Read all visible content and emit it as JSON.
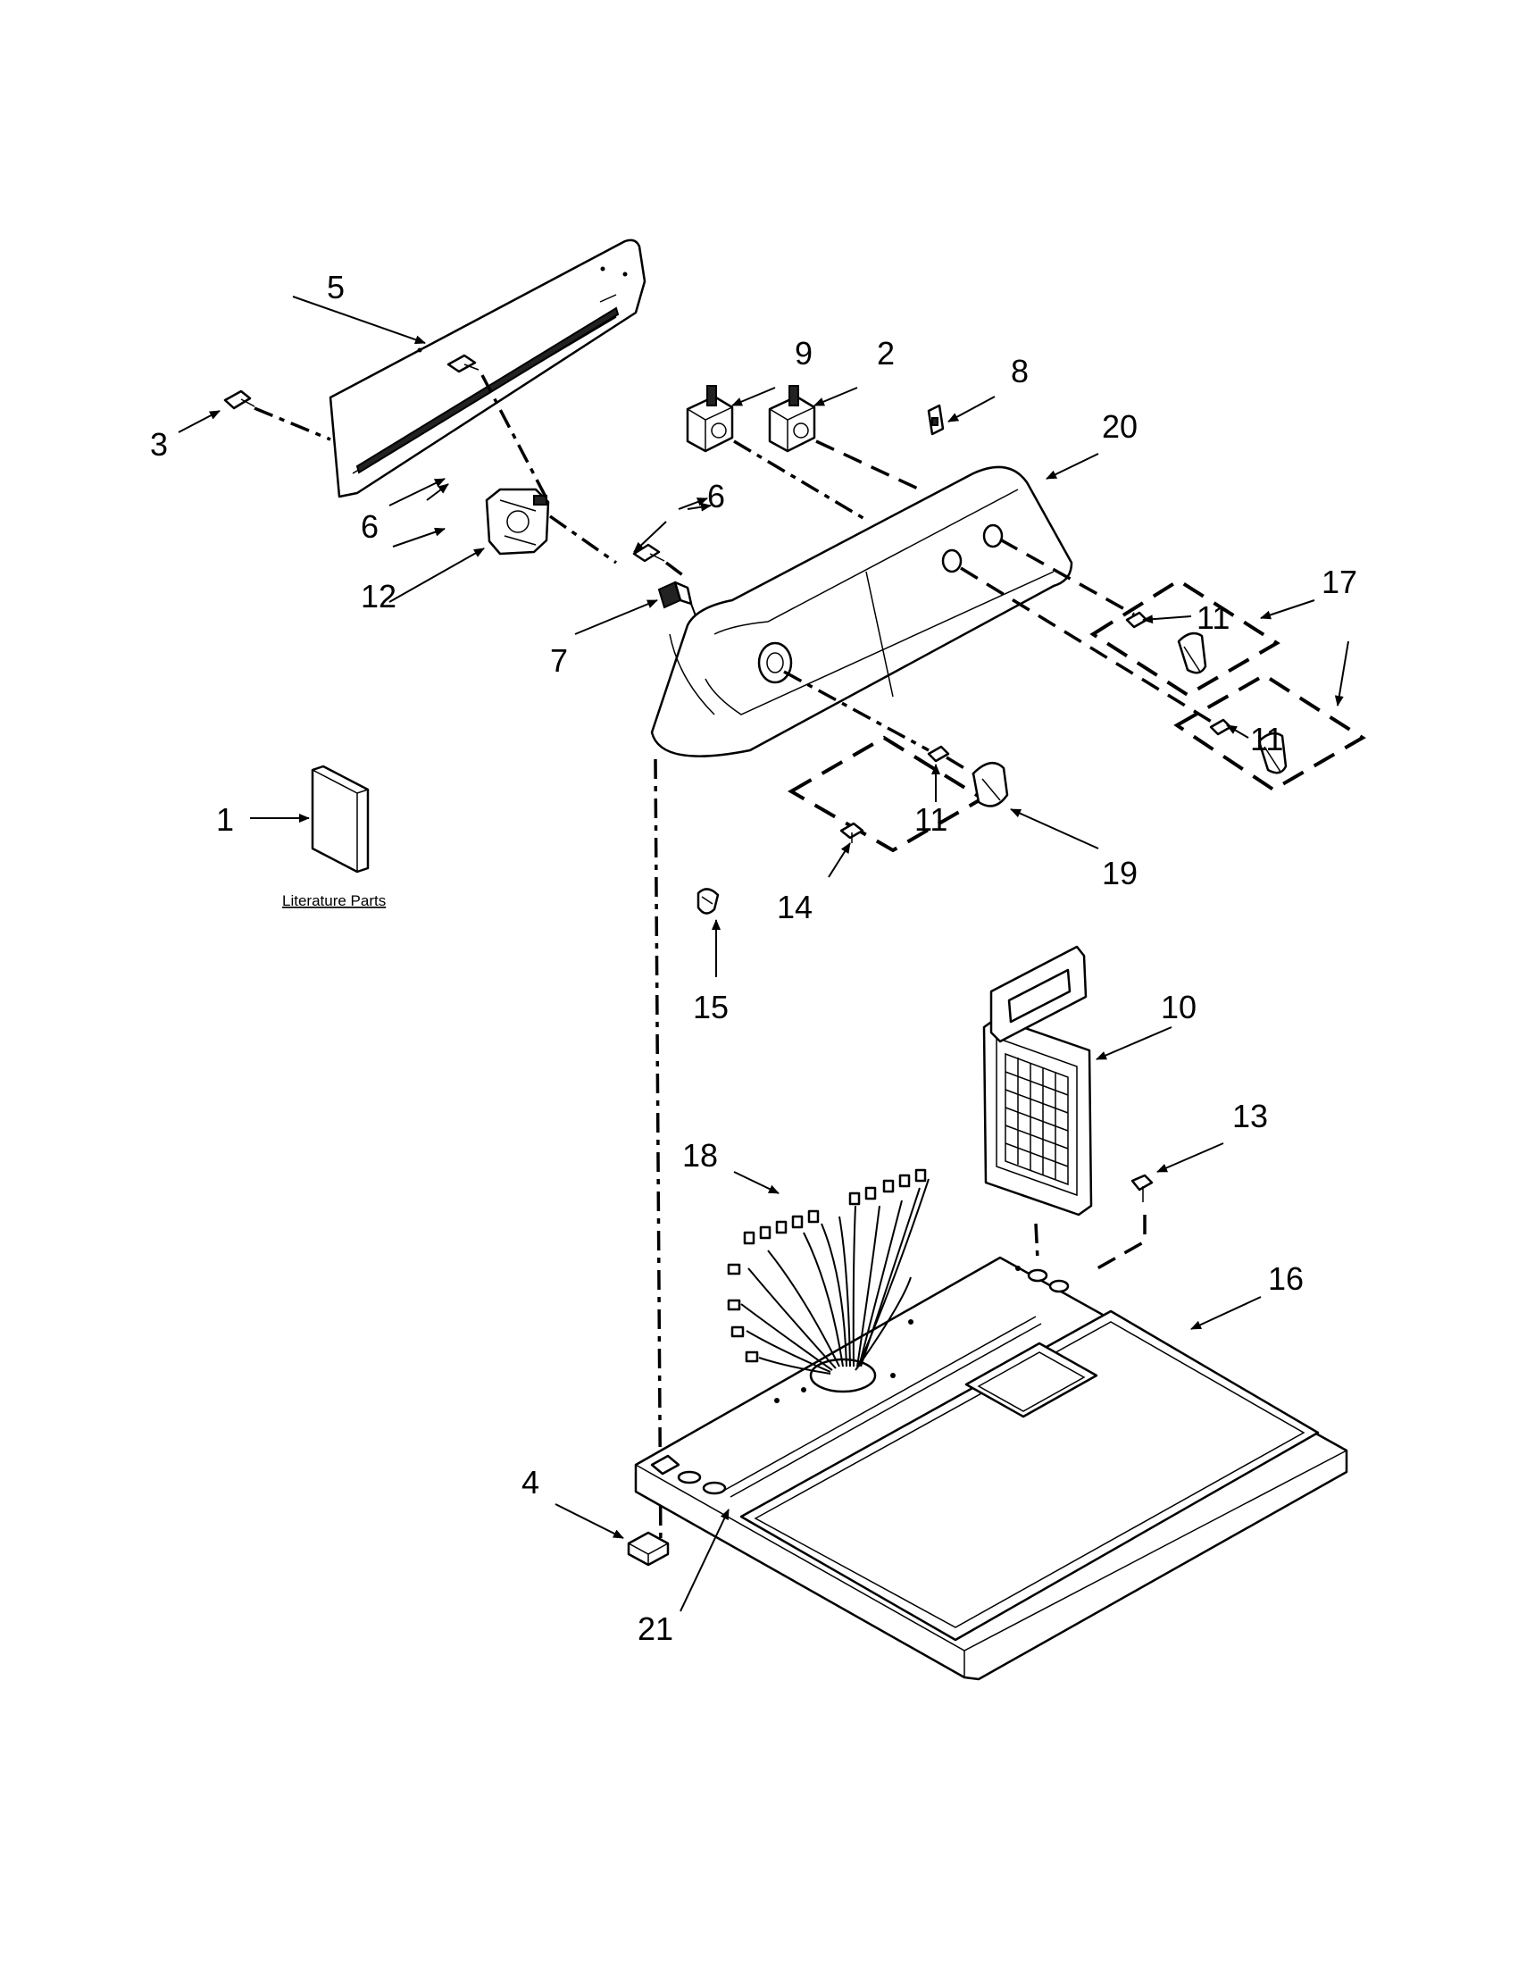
{
  "diagram": {
    "literature_label": "Literature Parts",
    "callouts": [
      {
        "id": "c1",
        "text": "1"
      },
      {
        "id": "c2",
        "text": "2"
      },
      {
        "id": "c3",
        "text": "3"
      },
      {
        "id": "c4",
        "text": "4"
      },
      {
        "id": "c5",
        "text": "5"
      },
      {
        "id": "c6a",
        "text": "6"
      },
      {
        "id": "c6b",
        "text": "6"
      },
      {
        "id": "c7",
        "text": "7"
      },
      {
        "id": "c8",
        "text": "8"
      },
      {
        "id": "c9",
        "text": "9"
      },
      {
        "id": "c10",
        "text": "10"
      },
      {
        "id": "c11a",
        "text": "11"
      },
      {
        "id": "c11b",
        "text": "11"
      },
      {
        "id": "c11c",
        "text": "11"
      },
      {
        "id": "c12",
        "text": "12"
      },
      {
        "id": "c13",
        "text": "13"
      },
      {
        "id": "c14",
        "text": "14"
      },
      {
        "id": "c15",
        "text": "15"
      },
      {
        "id": "c16",
        "text": "16"
      },
      {
        "id": "c17",
        "text": "17"
      },
      {
        "id": "c18",
        "text": "18"
      },
      {
        "id": "c19",
        "text": "19"
      },
      {
        "id": "c20",
        "text": "20"
      },
      {
        "id": "c21",
        "text": "21"
      }
    ]
  }
}
